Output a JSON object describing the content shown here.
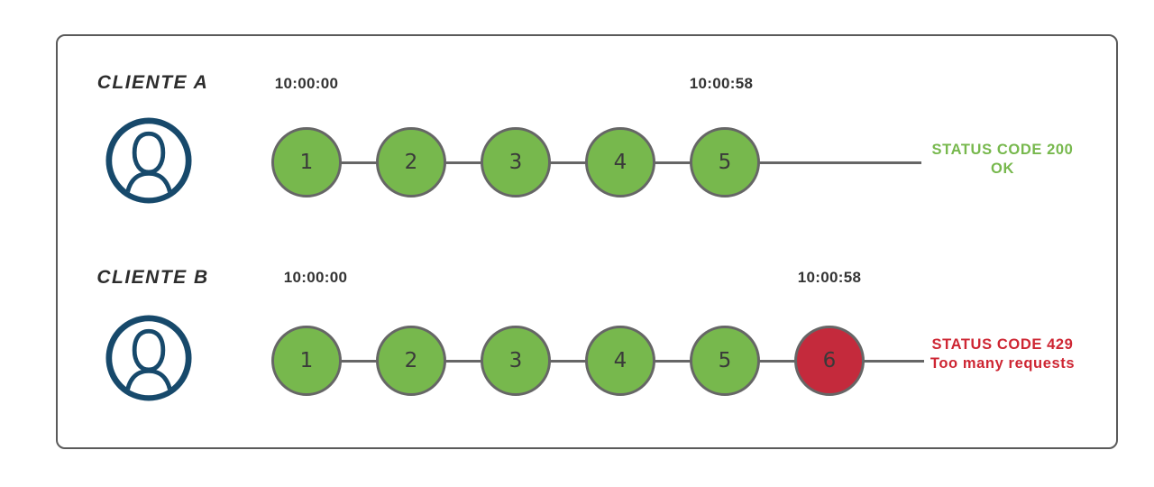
{
  "clients": [
    {
      "name": "CLIENTE A",
      "start_time": "10:00:00",
      "end_time": "10:00:58",
      "requests": [
        {
          "label": "1",
          "status": "ok"
        },
        {
          "label": "2",
          "status": "ok"
        },
        {
          "label": "3",
          "status": "ok"
        },
        {
          "label": "4",
          "status": "ok"
        },
        {
          "label": "5",
          "status": "ok"
        }
      ],
      "status": {
        "line1": "STATUS CODE 200",
        "line2": "OK",
        "type": "success"
      }
    },
    {
      "name": "CLIENTE B",
      "start_time": "10:00:00",
      "end_time": "10:00:58",
      "requests": [
        {
          "label": "1",
          "status": "ok"
        },
        {
          "label": "2",
          "status": "ok"
        },
        {
          "label": "3",
          "status": "ok"
        },
        {
          "label": "4",
          "status": "ok"
        },
        {
          "label": "5",
          "status": "ok"
        },
        {
          "label": "6",
          "status": "blocked"
        }
      ],
      "status": {
        "line1": "STATUS CODE 429",
        "line2": "Too many requests",
        "type": "error"
      }
    }
  ],
  "colors": {
    "request_ok": "#77B84D",
    "request_blocked": "#C42A3C",
    "avatar": "#17496B",
    "line": "#666666",
    "frame_border": "#5A5A5A",
    "timestamp_text": "#333333",
    "status_ok_text": "#77B84D",
    "status_error_text": "#CE2633"
  }
}
